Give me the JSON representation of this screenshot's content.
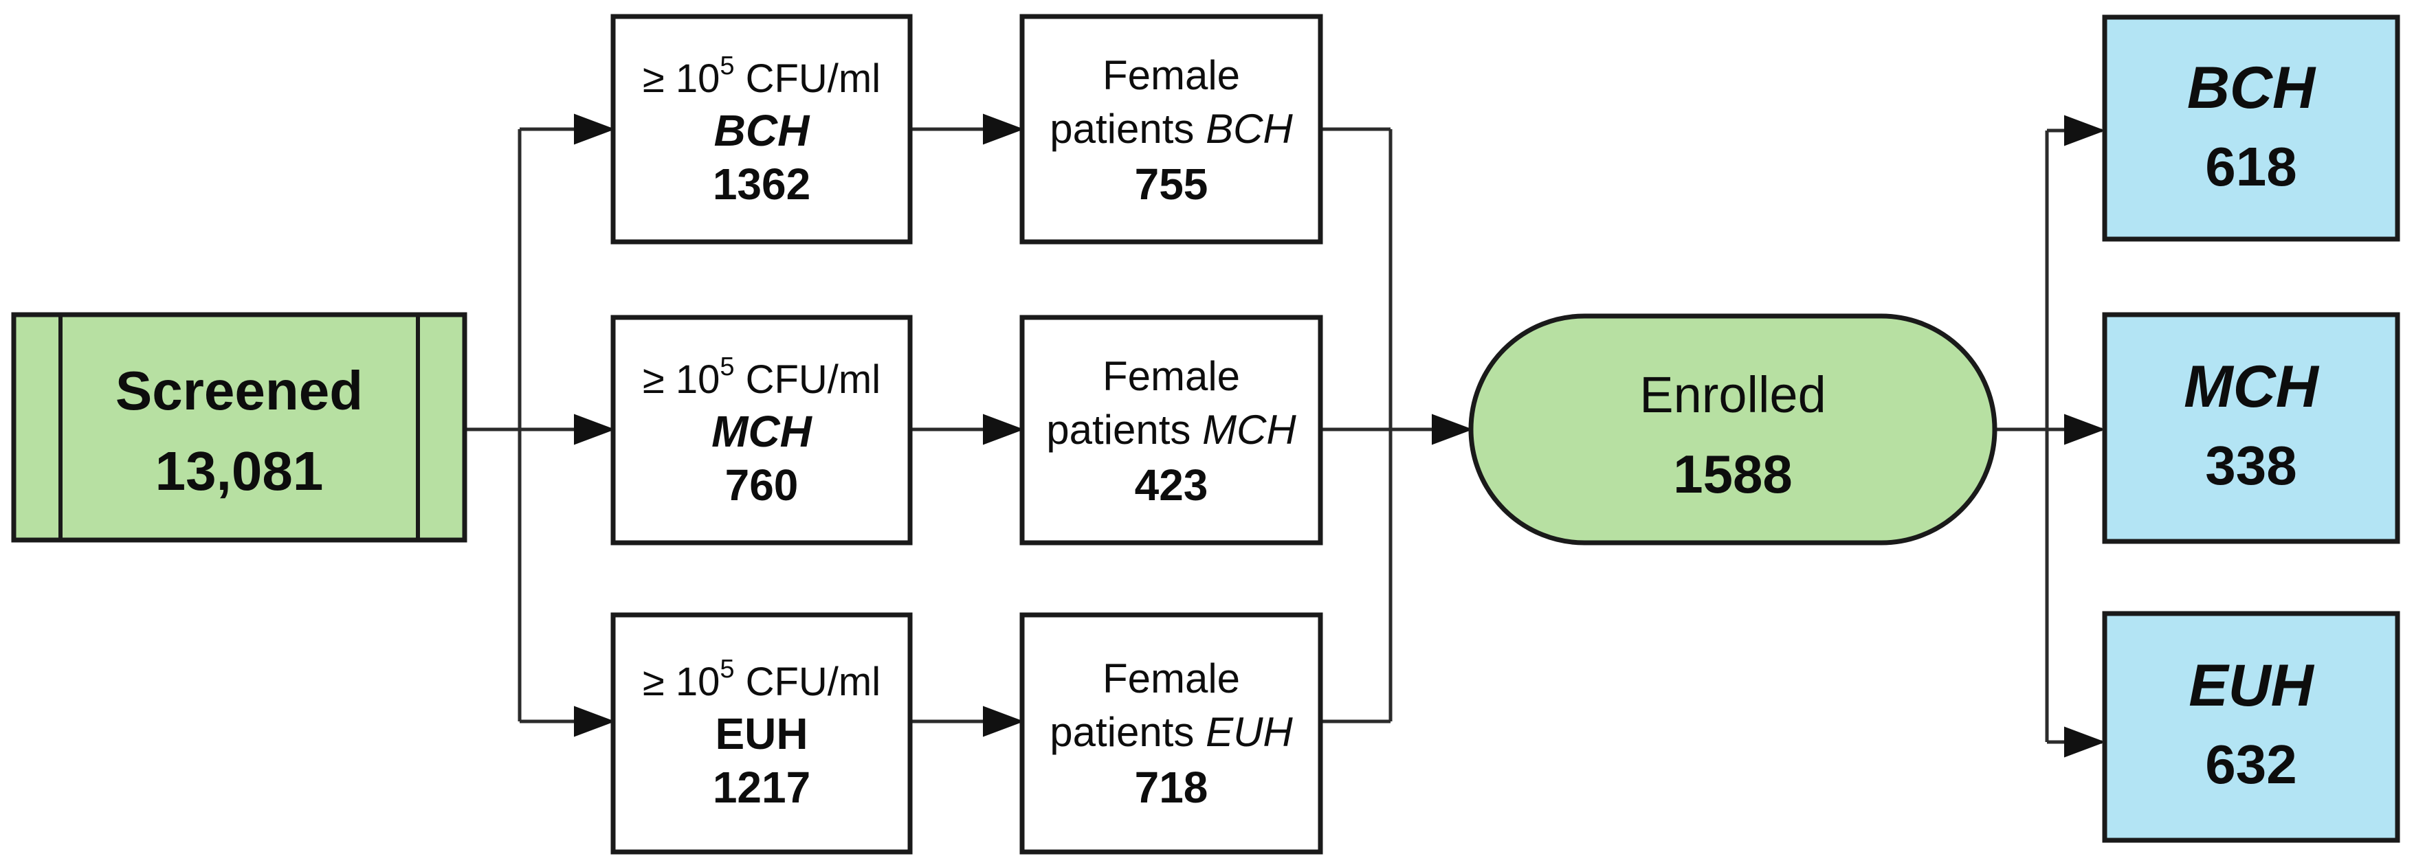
{
  "colors": {
    "green": "#b7e0a2",
    "blue": "#b3e4f4",
    "border": "#1a1a1a",
    "line": "#2b2b2b"
  },
  "screened": {
    "label": "Screened",
    "value": "13,081"
  },
  "cfu_threshold": {
    "prefix": "≥ 10",
    "sup": "5",
    "suffix": " CFU/ml"
  },
  "cfu_boxes": [
    {
      "site": "BCH",
      "value": "1362"
    },
    {
      "site": "MCH",
      "value": "760"
    },
    {
      "site": "EUH",
      "value": "1217"
    }
  ],
  "female_boxes": [
    {
      "line1": "Female",
      "line2_prefix": "patients ",
      "site": "BCH",
      "value": "755"
    },
    {
      "line1": "Female",
      "line2_prefix": "patients ",
      "site": "MCH",
      "value": "423"
    },
    {
      "line1": "Female",
      "line2_prefix": "patients ",
      "site": "EUH",
      "value": "718"
    }
  ],
  "enrolled": {
    "label": "Enrolled",
    "value": "1588"
  },
  "site_totals": [
    {
      "site": "BCH",
      "value": "618"
    },
    {
      "site": "MCH",
      "value": "338"
    },
    {
      "site": "EUH",
      "value": "632"
    }
  ]
}
